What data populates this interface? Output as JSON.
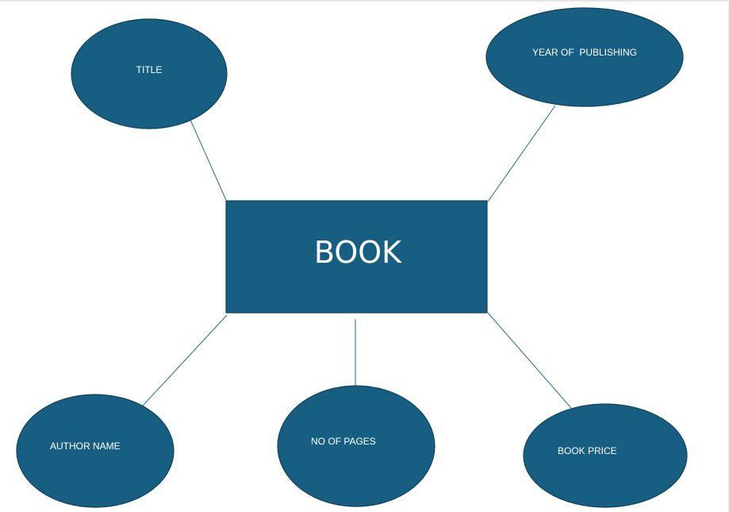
{
  "colors": {
    "shape_fill": "#175f82",
    "shape_stroke": "#10425b",
    "connector": "#1d6a8f",
    "label_text": "#ffffff"
  },
  "entity": {
    "label": "BOOK"
  },
  "attributes": {
    "title": "TITLE",
    "year": "YEAR OF  PUBLISHING",
    "author": "AUTHOR NAME",
    "pages": "NO OF PAGES",
    "price": "BOOK PRICE"
  }
}
